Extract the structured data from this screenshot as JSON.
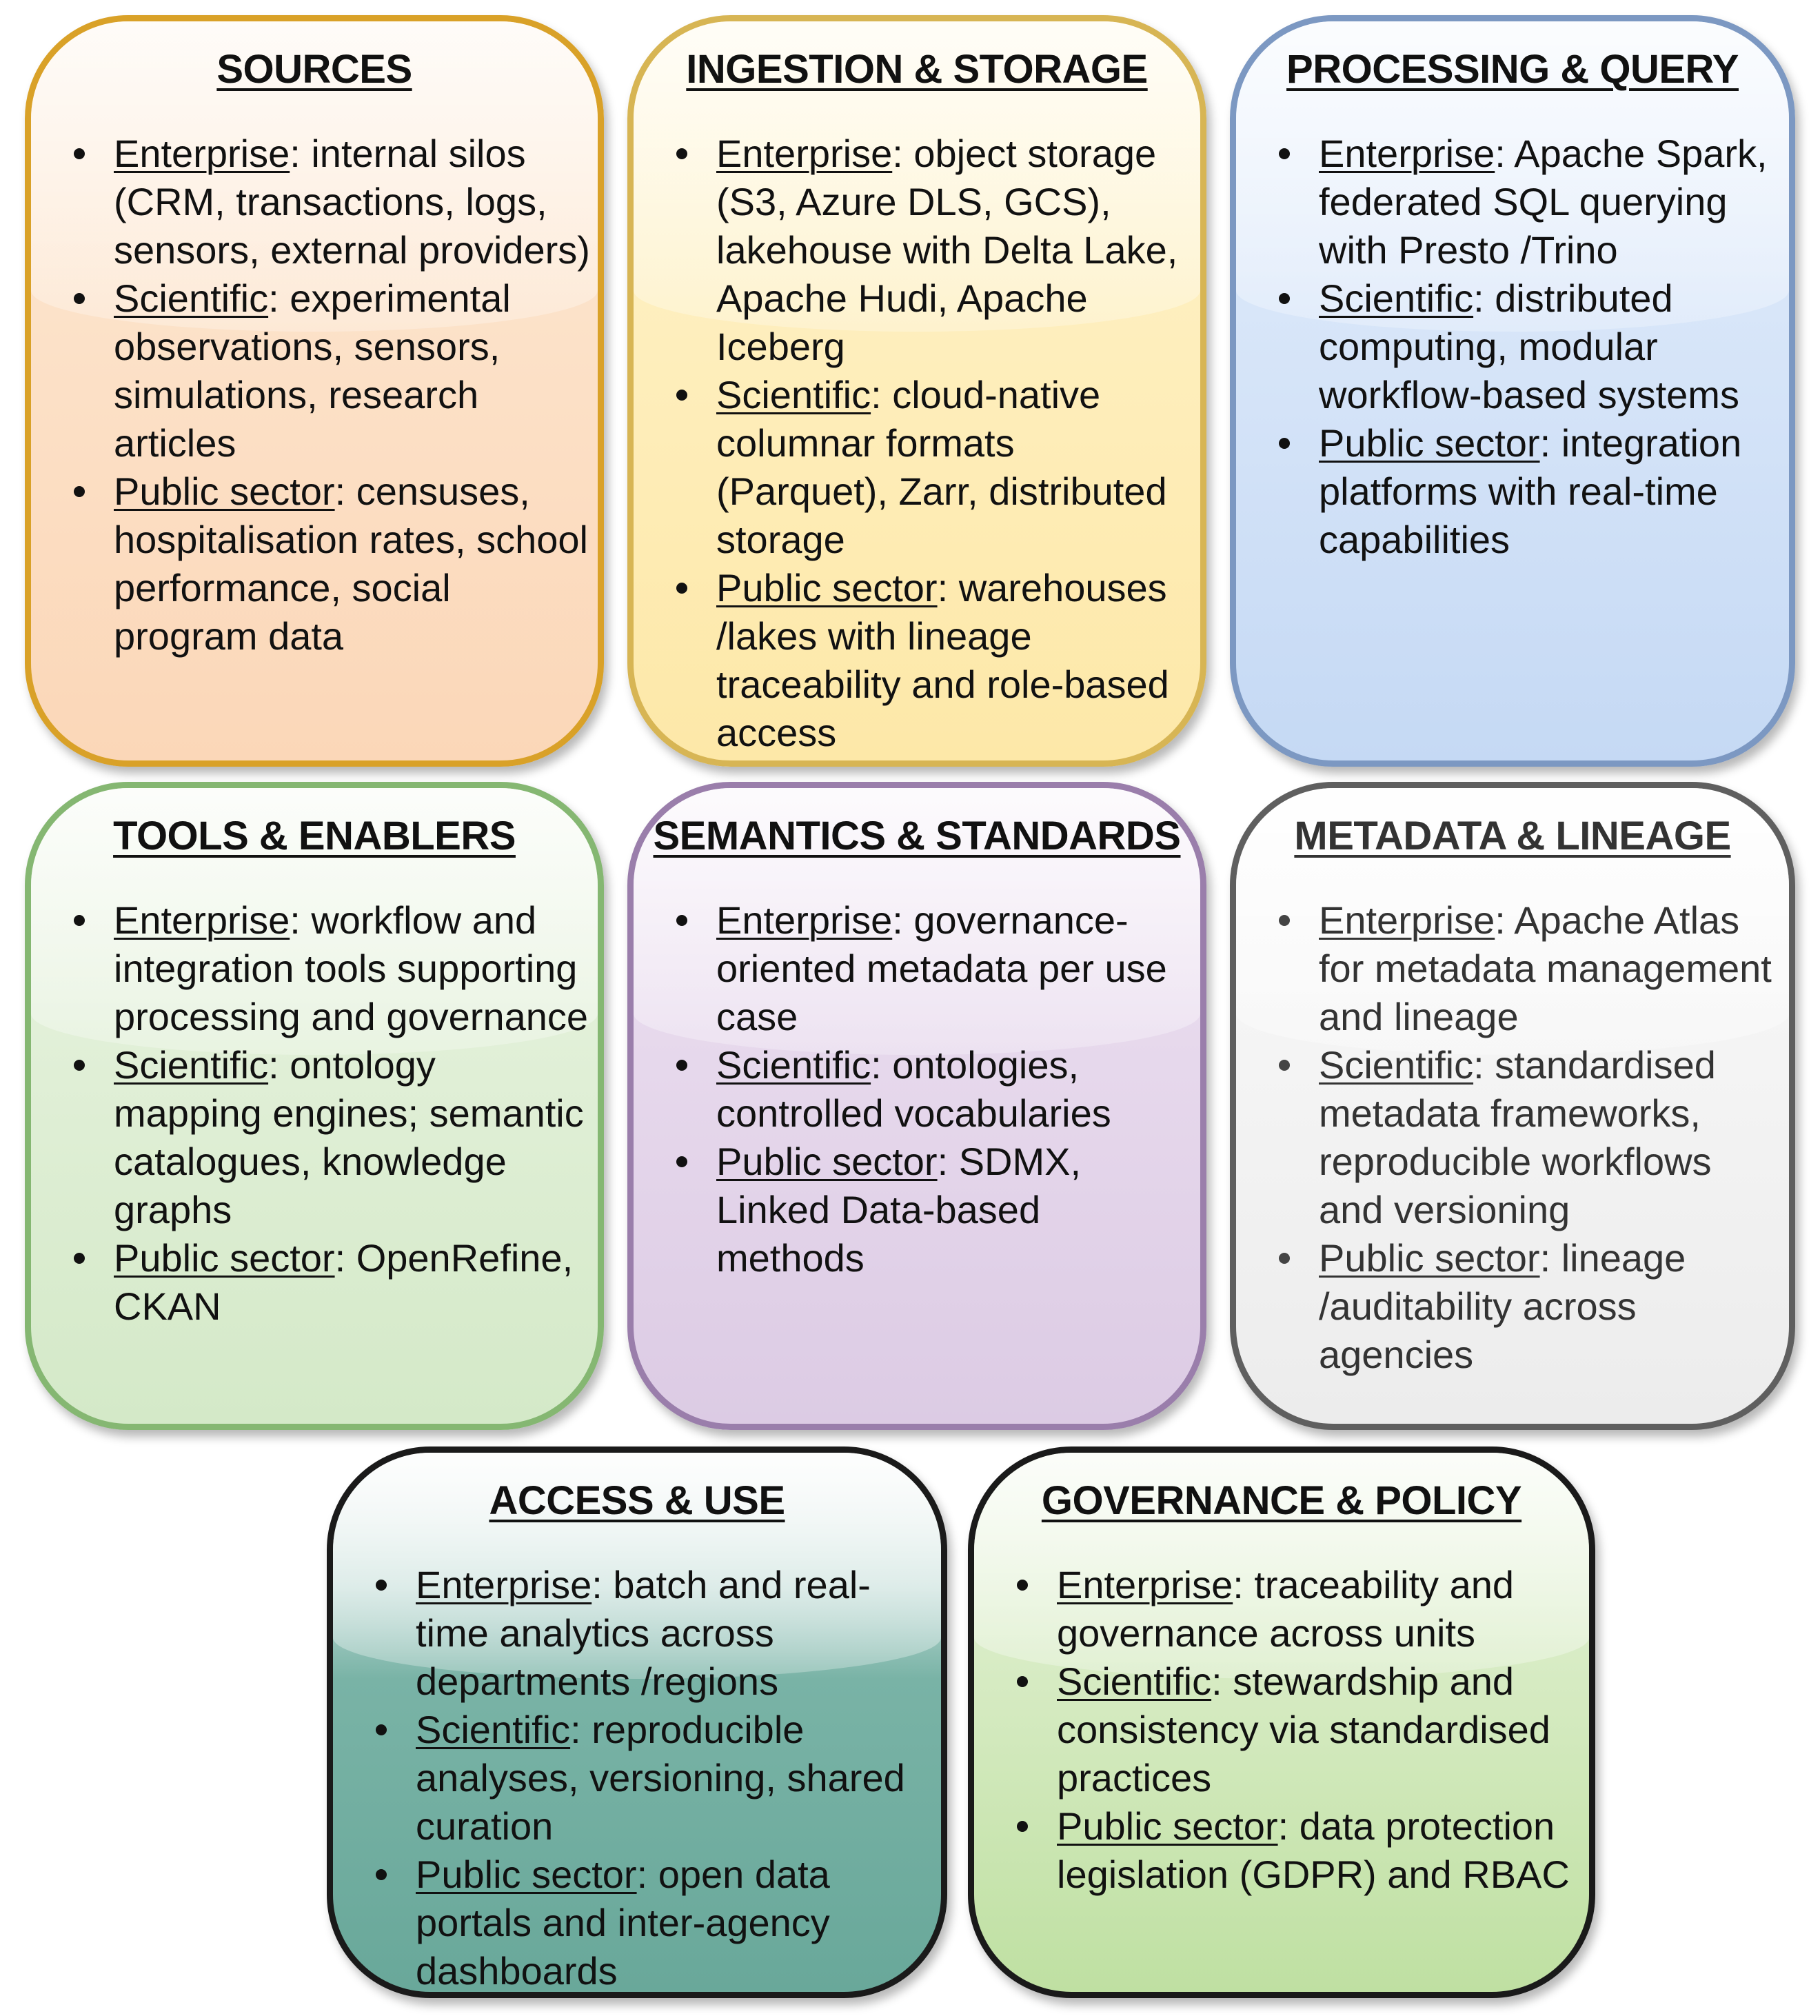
{
  "labels": {
    "enterprise": "Enterprise",
    "scientific": "Scientific",
    "public": "Public sector"
  },
  "panels": {
    "sources": {
      "title": "SOURCES",
      "enterprise": ": internal silos (CRM, transactions, logs, sensors, external providers)",
      "scientific": ": experimental observations, sensors, simulations, research articles",
      "public": ": censuses, hospitalisation rates, school performance, social program data"
    },
    "ingestion": {
      "title": "INGESTION & STORAGE",
      "enterprise": ": object storage (S3, Azure DLS, GCS), lakehouse with Delta Lake, Apache Hudi, Apache Iceberg",
      "scientific": ": cloud-native columnar formats (Parquet), Zarr, distributed storage",
      "public": ": warehouses /lakes with lineage traceability and role-based access"
    },
    "processing": {
      "title": "PROCESSING & QUERY",
      "enterprise": ": Apache Spark, federated SQL querying with Presto /Trino",
      "scientific": ": distributed computing, modular workflow-based systems",
      "public": ": integration platforms with real-time capabilities"
    },
    "tools": {
      "title": "TOOLS & ENABLERS",
      "enterprise": ": workflow and integration tools supporting processing and governance",
      "scientific": ": ontology mapping engines; semantic catalogues, knowledge graphs",
      "public": ": OpenRefine, CKAN"
    },
    "semantics": {
      "title": "SEMANTICS & STANDARDS",
      "enterprise": ": governance-oriented metadata per use case",
      "scientific": ": ontologies, controlled vocabularies",
      "public": ": SDMX, Linked Data-based methods"
    },
    "metadata": {
      "title": "METADATA & LINEAGE",
      "enterprise": ": Apache Atlas for metadata management and lineage",
      "scientific": ": standardised metadata frameworks, reproducible workflows and versioning",
      "public": ": lineage /auditability across agencies"
    },
    "access": {
      "title": "ACCESS & USE",
      "enterprise": ": batch and real-time analytics across departments /regions",
      "scientific": ": reproducible analyses, versioning, shared curation",
      "public": ": open data portals and inter-agency dashboards"
    },
    "governance": {
      "title": "GOVERNANCE & POLICY",
      "enterprise": ": traceability and governance across units",
      "scientific": ": stewardship and consistency via standardised practices",
      "public": ": data protection legislation (GDPR) and RBAC"
    }
  }
}
